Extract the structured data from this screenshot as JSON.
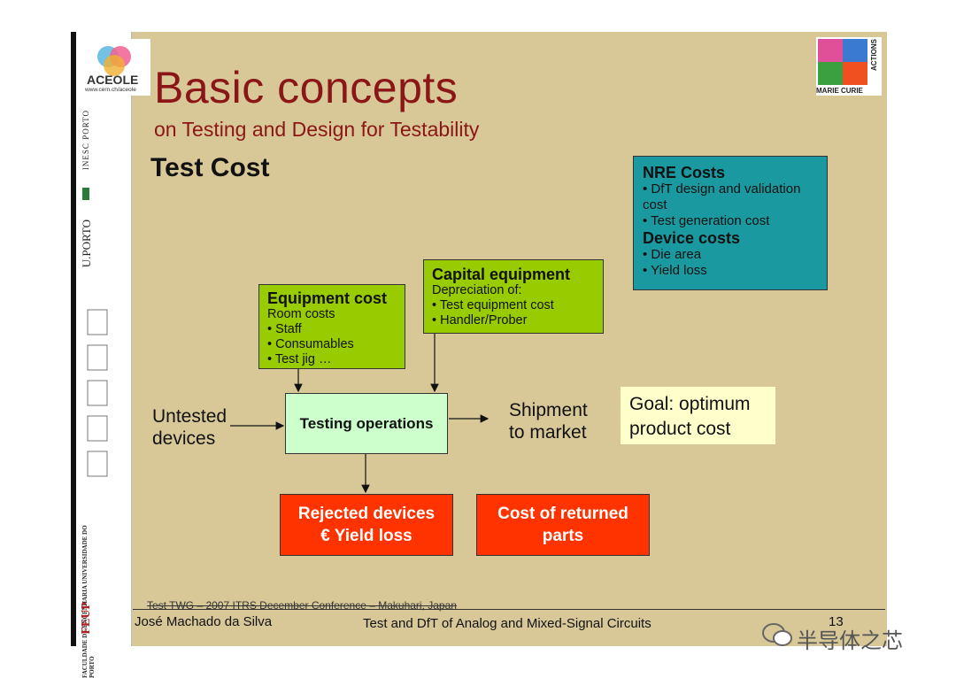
{
  "header": {
    "title": "Basic concepts",
    "subtitle": "on Testing and Design for Testability",
    "section": "Test Cost"
  },
  "logos": {
    "aceole_name": "ACEOLE",
    "aceole_url": "www.cern.ch/aceole",
    "marie_curie": "MARIE CURIE",
    "actions": "ACTIONS",
    "inesc": "INESC PORTO",
    "uporto": "U.PORTO",
    "feup": "FEUP",
    "feup_full": "FACULDADE DE ENGENHARIA UNIVERSIDADE DO PORTO"
  },
  "diagram": {
    "nre": {
      "heading1": "NRE Costs",
      "line1": "• DfT design and validation",
      "line2": "cost",
      "line3": "• Test generation cost",
      "heading2": "Device costs",
      "line4": "• Die area",
      "line5": "• Yield loss"
    },
    "capital": {
      "heading": "Capital equipment",
      "line1": "Depreciation of:",
      "line2": "• Test equipment cost",
      "line3": "• Handler/Prober"
    },
    "equipment": {
      "heading": "Equipment cost",
      "line1": "Room costs",
      "line2": "• Staff",
      "line3": "• Consumables",
      "line4": "• Test jig …"
    },
    "untested": {
      "line1": "Untested",
      "line2": "devices"
    },
    "testing": "Testing operations",
    "shipment": {
      "line1": "Shipment",
      "line2": "to market"
    },
    "goal": {
      "line1": "Goal: optimum",
      "line2": "product cost"
    },
    "rejected": {
      "line1": "Rejected devices",
      "line2": "€ Yield loss"
    },
    "returned": {
      "line1": "Cost of returned",
      "line2": "parts"
    }
  },
  "footer": {
    "conference": "Test TWG – 2007 ITRS December Conference – Makuhari, Japan",
    "author": "José Machado da Silva",
    "course": "Test and DfT of Analog and Mixed-Signal Circuits",
    "page": "13"
  },
  "watermark": "半导体之芯",
  "colors": {
    "background": "#d8c898",
    "title": "#8b1616",
    "green_box": "#99cc00",
    "teal_box": "#1a9aa0",
    "testing_box": "#ccffcc",
    "red_box": "#ff3300",
    "goal_box": "#ffffcc"
  }
}
